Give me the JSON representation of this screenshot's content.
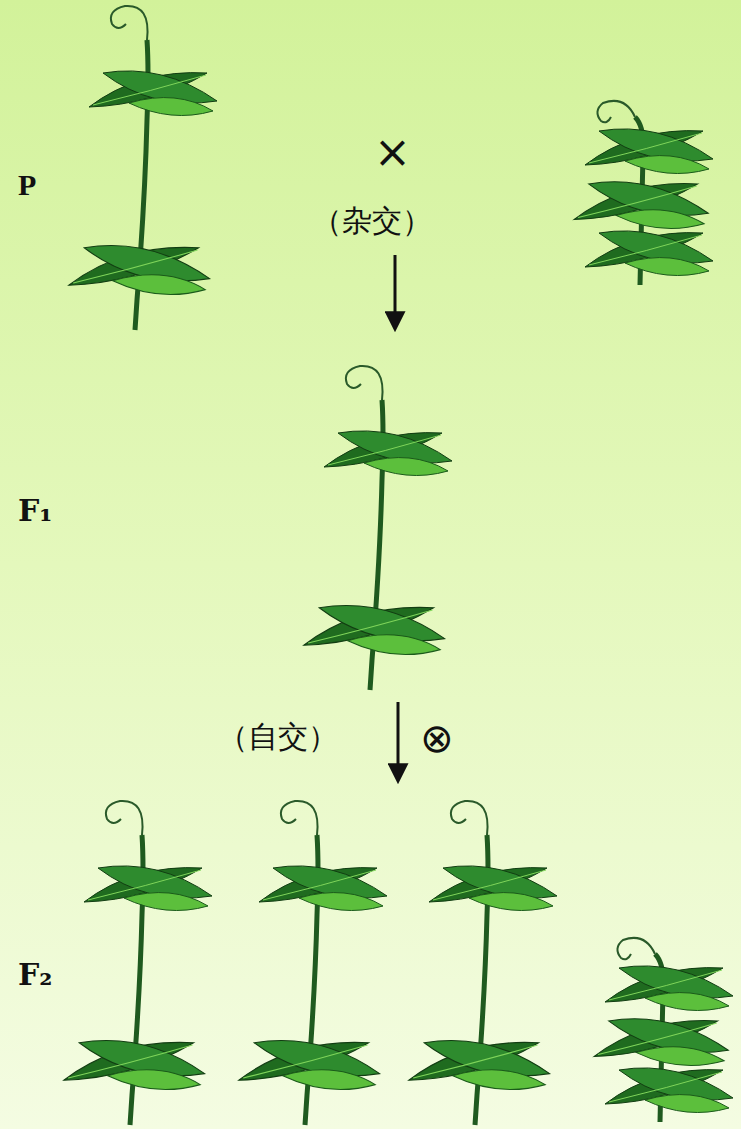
{
  "diagram": {
    "labels": [
      "P",
      "×",
      "（杂交）",
      "F₁",
      "（自交）",
      "⊗",
      "F₂"
    ]
  }
}
